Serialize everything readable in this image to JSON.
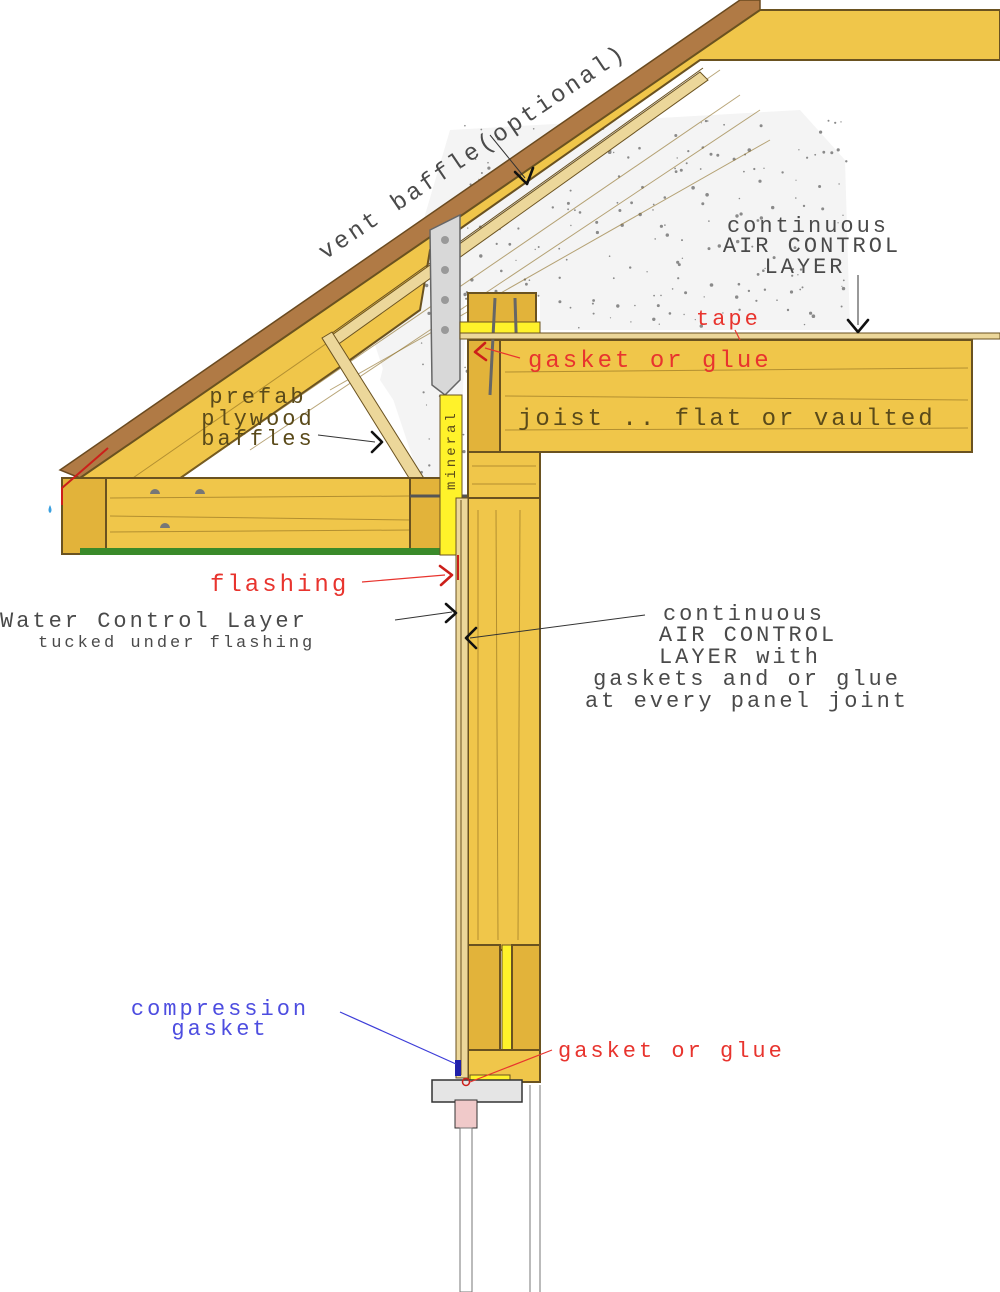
{
  "labels": {
    "vent_baffle": "vent baffle(optional)",
    "air_control_top_line1": "continuous",
    "air_control_top_line2": "AIR CONTROL",
    "air_control_top_line3": "LAYER",
    "tape": "tape",
    "gasket_or_glue_top": "gasket or glue",
    "joist": "joist .. flat or vaulted",
    "prefab_line1": "prefab",
    "prefab_line2": "plywood",
    "prefab_line3": "baffles",
    "mineral": "mineral",
    "flashing": "flashing",
    "water_control_line1": "Water Control Layer",
    "water_control_line2": "tucked under flashing",
    "air_control_wall_line1": "continuous",
    "air_control_wall_line2": "AIR CONTROL",
    "air_control_wall_line3": "LAYER with",
    "air_control_wall_line4": "gaskets and or glue",
    "air_control_wall_line5": "at every panel joint",
    "compression_line1": "compression",
    "compression_line2": "gasket",
    "gasket_or_glue_bottom": "gasket or glue"
  },
  "colors": {
    "wood": "#f0c64a",
    "label_dark": "#4a4a4a",
    "label_red": "#e8342e",
    "label_blue": "#4d4de0",
    "membrane_yellow": "#fff22a",
    "soffit_green": "#3a8a2a"
  }
}
